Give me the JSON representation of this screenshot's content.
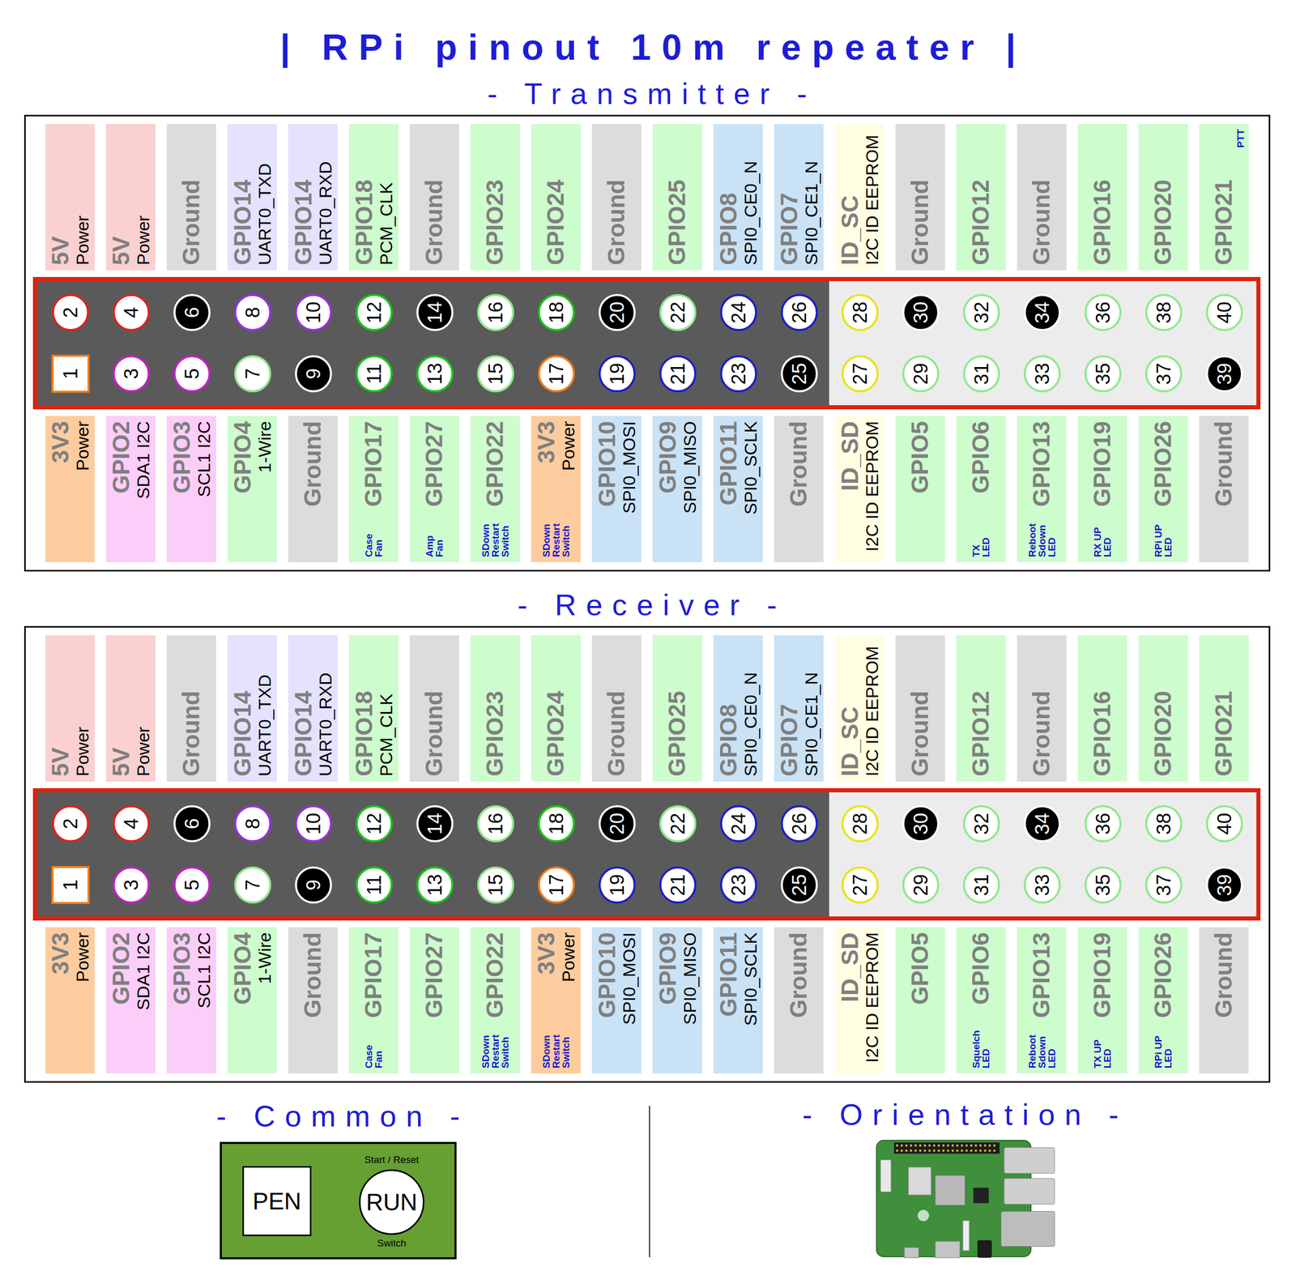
{
  "diagram": {
    "title": "| RPi pinout 10m repeater |",
    "nodes": [
      {
        "text": [
          "- Transmitter -"
        ]
      },
      {
        "text": [
          "5V",
          "Power"
        ],
        "in": 0
      },
      {
        "text": [
          "5V",
          "Power"
        ],
        "in": 0
      },
      {
        "text": [
          "Ground"
        ],
        "in": 0
      },
      {
        "text": [
          "GPIO14",
          "UART0_TXD"
        ],
        "in": 0
      },
      {
        "text": [
          "GPIO14",
          "UART0_RXD"
        ],
        "in": 0
      },
      {
        "text": [
          "GPIO18",
          "PCM_CLK"
        ],
        "in": 0
      },
      {
        "text": [
          "Ground"
        ],
        "in": 0
      },
      {
        "text": [
          "GPIO23"
        ],
        "in": 0
      },
      {
        "text": [
          "GPIO24"
        ],
        "in": 0
      },
      {
        "text": [
          "Ground"
        ],
        "in": 0
      },
      {
        "text": [
          "GPIO25"
        ],
        "in": 0
      },
      {
        "text": [
          "GPIO8",
          "SPI0_CE0_N"
        ],
        "in": 0
      },
      {
        "text": [
          "GPIO7",
          "SPI0_CE1_N"
        ],
        "in": 0
      },
      {
        "text": [
          "ID_SC",
          "I2C ID EEPROM"
        ],
        "in": 0
      },
      {
        "text": [
          "Ground"
        ],
        "in": 0
      },
      {
        "text": [
          "GPIO12"
        ],
        "in": 0
      },
      {
        "text": [
          "Ground"
        ],
        "in": 0
      },
      {
        "text": [
          "GPIO16"
        ],
        "in": 0
      },
      {
        "text": [
          "GPIO20"
        ],
        "in": 0
      },
      {
        "text": [
          "GPIO21",
          "PTT"
        ],
        "in": 0
      },
      {
        "text": [
          "2"
        ],
        "in": 0
      },
      {
        "text": [
          "4"
        ],
        "in": 0
      },
      {
        "text": [
          "6"
        ],
        "in": 0
      },
      {
        "text": [
          "8"
        ],
        "in": 0
      },
      {
        "text": [
          "10"
        ],
        "in": 0
      },
      {
        "text": [
          "12"
        ],
        "in": 0
      },
      {
        "text": [
          "14"
        ],
        "in": 0
      },
      {
        "text": [
          "16"
        ],
        "in": 0
      },
      {
        "text": [
          "18"
        ],
        "in": 0
      },
      {
        "text": [
          "20"
        ],
        "in": 0
      },
      {
        "text": [
          "22"
        ],
        "in": 0
      },
      {
        "text": [
          "24"
        ],
        "in": 0
      },
      {
        "text": [
          "26"
        ],
        "in": 0
      },
      {
        "text": [
          "28"
        ],
        "in": 0
      },
      {
        "text": [
          "30"
        ],
        "in": 0
      },
      {
        "text": [
          "32"
        ],
        "in": 0
      },
      {
        "text": [
          "34"
        ],
        "in": 0
      },
      {
        "text": [
          "36"
        ],
        "in": 0
      },
      {
        "text": [
          "38"
        ],
        "in": 0
      },
      {
        "text": [
          "40"
        ],
        "in": 0
      },
      {
        "text": [
          "1"
        ],
        "in": 0
      },
      {
        "text": [
          "3"
        ],
        "in": 0
      },
      {
        "text": [
          "5"
        ],
        "in": 0
      },
      {
        "text": [
          "7"
        ],
        "in": 0
      },
      {
        "text": [
          "9"
        ],
        "in": 0
      },
      {
        "text": [
          "11"
        ],
        "in": 0
      },
      {
        "text": [
          "13"
        ],
        "in": 0
      },
      {
        "text": [
          "15"
        ],
        "in": 0
      },
      {
        "text": [
          "17"
        ],
        "in": 0
      },
      {
        "text": [
          "19"
        ],
        "in": 0
      },
      {
        "text": [
          "21"
        ],
        "in": 0
      },
      {
        "text": [
          "23"
        ],
        "in": 0
      },
      {
        "text": [
          "25"
        ],
        "in": 0
      },
      {
        "text": [
          "27"
        ],
        "in": 0
      },
      {
        "text": [
          "29"
        ],
        "in": 0
      },
      {
        "text": [
          "31"
        ],
        "in": 0
      },
      {
        "text": [
          "33"
        ],
        "in": 0
      },
      {
        "text": [
          "35"
        ],
        "in": 0
      },
      {
        "text": [
          "37"
        ],
        "in": 0
      },
      {
        "text": [
          "39"
        ],
        "in": 0
      },
      {
        "text": [
          "3V3",
          "Power"
        ],
        "in": 0
      },
      {
        "text": [
          "GPIO2",
          "SDA1 I2C"
        ],
        "in": 0
      },
      {
        "text": [
          "GPIO3",
          "SCL1 I2C"
        ],
        "in": 0
      },
      {
        "text": [
          "GPIO4",
          "1-Wire"
        ],
        "in": 0
      },
      {
        "text": [
          "Ground"
        ],
        "in": 0
      },
      {
        "text": [
          "GPIO17",
          "Case Fan"
        ],
        "in": 0
      },
      {
        "text": [
          "GPIO27",
          "Amp Fan"
        ],
        "in": 0
      },
      {
        "text": [
          "GPIO22",
          "SDown Restart Switch"
        ],
        "in": 0
      },
      {
        "text": [
          "3V3",
          "Power",
          "SDown Restart Switch"
        ],
        "in": 0
      },
      {
        "text": [
          "GPIO10",
          "SPI0_MOSI"
        ],
        "in": 0
      },
      {
        "text": [
          "GPIO9",
          "SPI0_MISO"
        ],
        "in": 0
      },
      {
        "text": [
          "GPIO11",
          "SPI0_SCLK"
        ],
        "in": 0
      },
      {
        "text": [
          "Ground"
        ],
        "in": 0
      },
      {
        "text": [
          "ID_SD",
          "I2C ID EEPROM"
        ],
        "in": 0
      },
      {
        "text": [
          "GPIO5"
        ],
        "in": 0
      },
      {
        "text": [
          "GPIO6",
          "TX LED"
        ],
        "in": 0
      },
      {
        "text": [
          "GPIO13",
          "Reboot Sdown LED"
        ],
        "in": 0
      },
      {
        "text": [
          "GPIO19",
          "RX UP LED"
        ],
        "in": 0
      },
      {
        "text": [
          "GPIO26",
          "RPi UP LED"
        ],
        "in": 0
      },
      {
        "text": [
          "Ground"
        ],
        "in": 0
      },
      {
        "text": [
          "- Receiver -"
        ]
      },
      {
        "text": [
          "5V",
          "Power"
        ],
        "in": 81
      },
      {
        "text": [
          "5V",
          "Power"
        ],
        "in": 81
      },
      {
        "text": [
          "Ground"
        ],
        "in": 81
      },
      {
        "text": [
          "GPIO14",
          "UART0_TXD"
        ],
        "in": 81
      },
      {
        "text": [
          "GPIO14",
          "UART0_RXD"
        ],
        "in": 81
      },
      {
        "text": [
          "GPIO18",
          "PCM_CLK"
        ],
        "in": 81
      },
      {
        "text": [
          "Ground"
        ],
        "in": 81
      },
      {
        "text": [
          "GPIO23"
        ],
        "in": 81
      },
      {
        "text": [
          "GPIO24"
        ],
        "in": 81
      },
      {
        "text": [
          "Ground"
        ],
        "in": 81
      },
      {
        "text": [
          "GPIO25"
        ],
        "in": 81
      },
      {
        "text": [
          "GPIO8",
          "SPI0_CE0_N"
        ],
        "in": 81
      },
      {
        "text": [
          "GPIO7",
          "SPI0_CE1_N"
        ],
        "in": 81
      },
      {
        "text": [
          "ID_SC",
          "I2C ID EEPROM"
        ],
        "in": 81
      },
      {
        "text": [
          "Ground"
        ],
        "in": 81
      },
      {
        "text": [
          "GPIO12"
        ],
        "in": 81
      },
      {
        "text": [
          "Ground"
        ],
        "in": 81
      },
      {
        "text": [
          "GPIO16"
        ],
        "in": 81
      },
      {
        "text": [
          "GPIO20"
        ],
        "in": 81
      },
      {
        "text": [
          "GPIO21"
        ],
        "in": 81
      },
      {
        "text": [
          "2"
        ],
        "in": 81
      },
      {
        "text": [
          "4"
        ],
        "in": 81
      },
      {
        "text": [
          "6"
        ],
        "in": 81
      },
      {
        "text": [
          "8"
        ],
        "in": 81
      },
      {
        "text": [
          "10"
        ],
        "in": 81
      },
      {
        "text": [
          "12"
        ],
        "in": 81
      },
      {
        "text": [
          "14"
        ],
        "in": 81
      },
      {
        "text": [
          "16"
        ],
        "in": 81
      },
      {
        "text": [
          "18"
        ],
        "in": 81
      },
      {
        "text": [
          "20"
        ],
        "in": 81
      },
      {
        "text": [
          "22"
        ],
        "in": 81
      },
      {
        "text": [
          "24"
        ],
        "in": 81
      },
      {
        "text": [
          "26"
        ],
        "in": 81
      },
      {
        "text": [
          "28"
        ],
        "in": 81
      },
      {
        "text": [
          "30"
        ],
        "in": 81
      },
      {
        "text": [
          "32"
        ],
        "in": 81
      },
      {
        "text": [
          "34"
        ],
        "in": 81
      },
      {
        "text": [
          "36"
        ],
        "in": 81
      },
      {
        "text": [
          "38"
        ],
        "in": 81
      },
      {
        "text": [
          "40"
        ],
        "in": 81
      },
      {
        "text": [
          "1"
        ],
        "in": 81
      },
      {
        "text": [
          "3"
        ],
        "in": 81
      },
      {
        "text": [
          "5"
        ],
        "in": 81
      },
      {
        "text": [
          "7"
        ],
        "in": 81
      },
      {
        "text": [
          "9"
        ],
        "in": 81
      },
      {
        "text": [
          "11"
        ],
        "in": 81
      },
      {
        "text": [
          "13"
        ],
        "in": 81
      },
      {
        "text": [
          "15"
        ],
        "in": 81
      },
      {
        "text": [
          "17"
        ],
        "in": 81
      },
      {
        "text": [
          "19"
        ],
        "in": 81
      },
      {
        "text": [
          "21"
        ],
        "in": 81
      },
      {
        "text": [
          "23"
        ],
        "in": 81
      },
      {
        "text": [
          "25"
        ],
        "in": 81
      },
      {
        "text": [
          "27"
        ],
        "in": 81
      },
      {
        "text": [
          "29"
        ],
        "in": 81
      },
      {
        "text": [
          "31"
        ],
        "in": 81
      },
      {
        "text": [
          "33"
        ],
        "in": 81
      },
      {
        "text": [
          "35"
        ],
        "in": 81
      },
      {
        "text": [
          "37"
        ],
        "in": 81
      },
      {
        "text": [
          "39"
        ],
        "in": 81
      },
      {
        "text": [
          "3V3",
          "Power"
        ],
        "in": 81
      },
      {
        "text": [
          "GPIO2",
          "SDA1 I2C"
        ],
        "in": 81
      },
      {
        "text": [
          "GPIO3",
          "SCL1 I2C"
        ],
        "in": 81
      },
      {
        "text": [
          "GPIO4",
          "1-Wire"
        ],
        "in": 81
      },
      {
        "text": [
          "Ground"
        ],
        "in": 81
      },
      {
        "text": [
          "GPIO17",
          "Case Fan"
        ],
        "in": 81
      },
      {
        "text": [
          "GPIO27"
        ],
        "in": 81
      },
      {
        "text": [
          "GPIO22",
          "SDown Restart Switch"
        ],
        "in": 81
      },
      {
        "text": [
          "3V3",
          "Power",
          "SDown Restart Switch"
        ],
        "in": 81
      },
      {
        "text": [
          "GPIO10",
          "SPI0_MOSI"
        ],
        "in": 81
      },
      {
        "text": [
          "GPIO9",
          "SPI0_MISO"
        ],
        "in": 81
      },
      {
        "text": [
          "GPIO11",
          "SPI0_SCLK"
        ],
        "in": 81
      },
      {
        "text": [
          "Ground"
        ],
        "in": 81
      },
      {
        "text": [
          "ID_SD",
          "I2C ID EEPROM"
        ],
        "in": 81
      },
      {
        "text": [
          "GPIO5"
        ],
        "in": 81
      },
      {
        "text": [
          "GPIO6",
          "Squelch LED"
        ],
        "in": 81
      },
      {
        "text": [
          "GPIO13",
          "Reboot Sdown LED"
        ],
        "in": 81
      },
      {
        "text": [
          "GPIO19",
          "TX UP LED"
        ],
        "in": 81
      },
      {
        "text": [
          "GPIO26",
          "RPi UP LED"
        ],
        "in": 81
      },
      {
        "text": [
          "Ground"
        ],
        "in": 81
      },
      {
        "text": [
          "- Common -",
          "Start / Reset",
          "Switch"
        ]
      },
      {
        "text": [
          "PEN"
        ],
        "in": 162
      },
      {
        "text": [
          "RUN"
        ],
        "in": 162
      }
    ],
    "labels": [
      "- Orientation -"
    ]
  }
}
